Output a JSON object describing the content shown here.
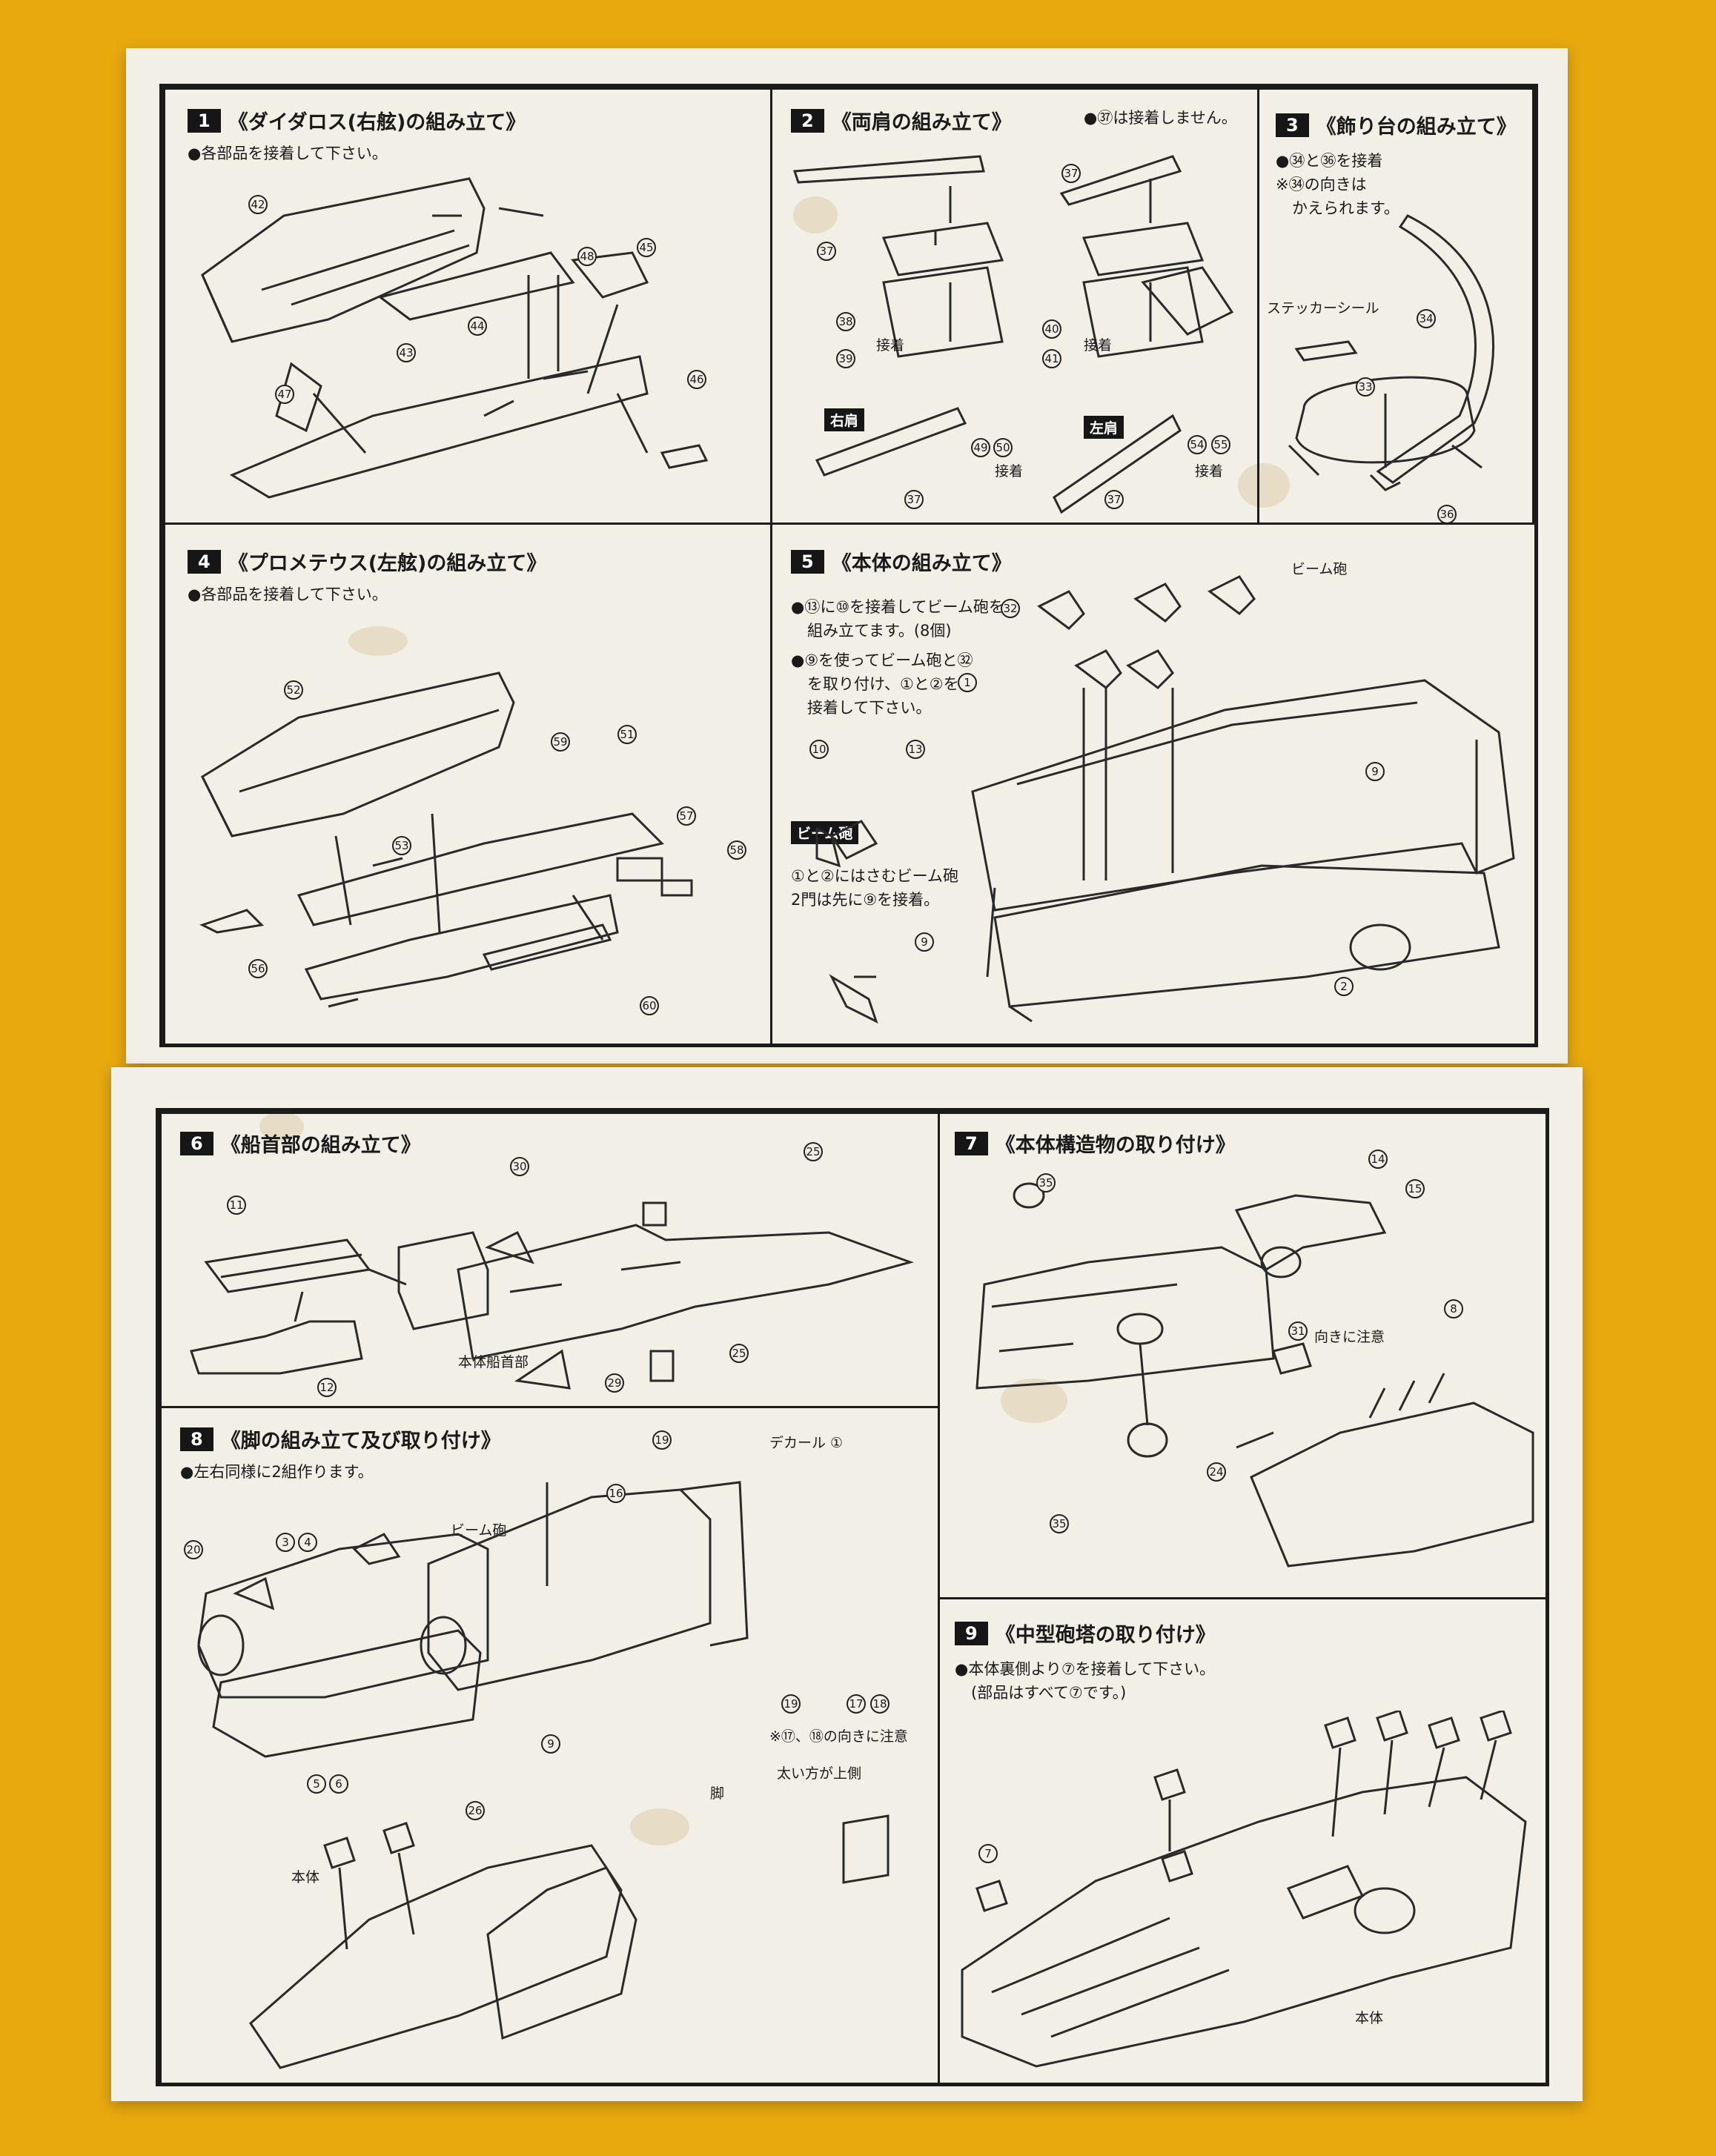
{
  "top": {
    "s1": {
      "num": "1",
      "title": "《ダイダロス(右舷)の組み立て》",
      "note": "●各部品を接着して下さい。",
      "parts": [
        "42",
        "43",
        "44",
        "45",
        "46",
        "47",
        "48"
      ]
    },
    "s2": {
      "num": "2",
      "title": "《両肩の組み立て》",
      "note": "●㊲は接着しません。",
      "right_tag": "右肩",
      "left_tag": "左肩",
      "glue": "接着",
      "parts": [
        "37",
        "37",
        "37",
        "37",
        "38",
        "39",
        "40",
        "41",
        "49",
        "50",
        "54",
        "55"
      ]
    },
    "s3": {
      "num": "3",
      "title": "《飾り台の組み立て》",
      "note1": "●㉞と㊱を接着",
      "note2": "※㉞の向きは",
      "note3": "かえられます。",
      "sticker": "ステッカーシール",
      "parts": [
        "34",
        "33",
        "36"
      ]
    },
    "s4": {
      "num": "4",
      "title": "《プロメテウス(左舷)の組み立て》",
      "note": "●各部品を接着して下さい。",
      "parts": [
        "52",
        "53",
        "59",
        "51",
        "57",
        "58",
        "56",
        "60"
      ]
    },
    "s5": {
      "num": "5",
      "title": "《本体の組み立て》",
      "n1": "●⑬に⑩を接着してビーム砲を",
      "n2": "組み立てます。(8個)",
      "n3": "●⑨を使ってビーム砲と㉜",
      "n4": "を取り付け、①と②を",
      "n5": "接着して下さい。",
      "tag": "ビーム砲",
      "beam": "ビーム砲",
      "n6": "①と②にはさむビーム砲",
      "n7": "2門は先に⑨を接着。",
      "parts": [
        "10",
        "13",
        "9",
        "32",
        "1",
        "9",
        "2"
      ]
    }
  },
  "bottom": {
    "s6": {
      "num": "6",
      "title": "《船首部の組み立て》",
      "caption": "本体船首部",
      "parts": [
        "11",
        "12",
        "30",
        "25",
        "25",
        "29"
      ]
    },
    "s7": {
      "num": "7",
      "title": "《本体構造物の取り付け》",
      "caution": "向きに注意",
      "parts": [
        "35",
        "14",
        "15",
        "31",
        "8",
        "24",
        "35"
      ]
    },
    "s8": {
      "num": "8",
      "title": "《脚の組み立て及び取り付け》",
      "note": "●左右同様に2組作ります。",
      "beam": "ビーム砲",
      "decal": "デカール ①",
      "caution": "※⑰、⑱の向きに注意",
      "thick": "太い方が上側",
      "leg": "脚",
      "body": "本体",
      "parts": [
        "20",
        "3",
        "4",
        "19",
        "16",
        "19",
        "17",
        "18",
        "9",
        "5",
        "6",
        "26"
      ]
    },
    "s9": {
      "num": "9",
      "title": "《中型砲塔の取り付け》",
      "n1": "●本体裏側より⑦を接着して下さい。",
      "n2": "(部品はすべて⑦です。)",
      "body": "本体",
      "parts": [
        "7"
      ]
    }
  }
}
